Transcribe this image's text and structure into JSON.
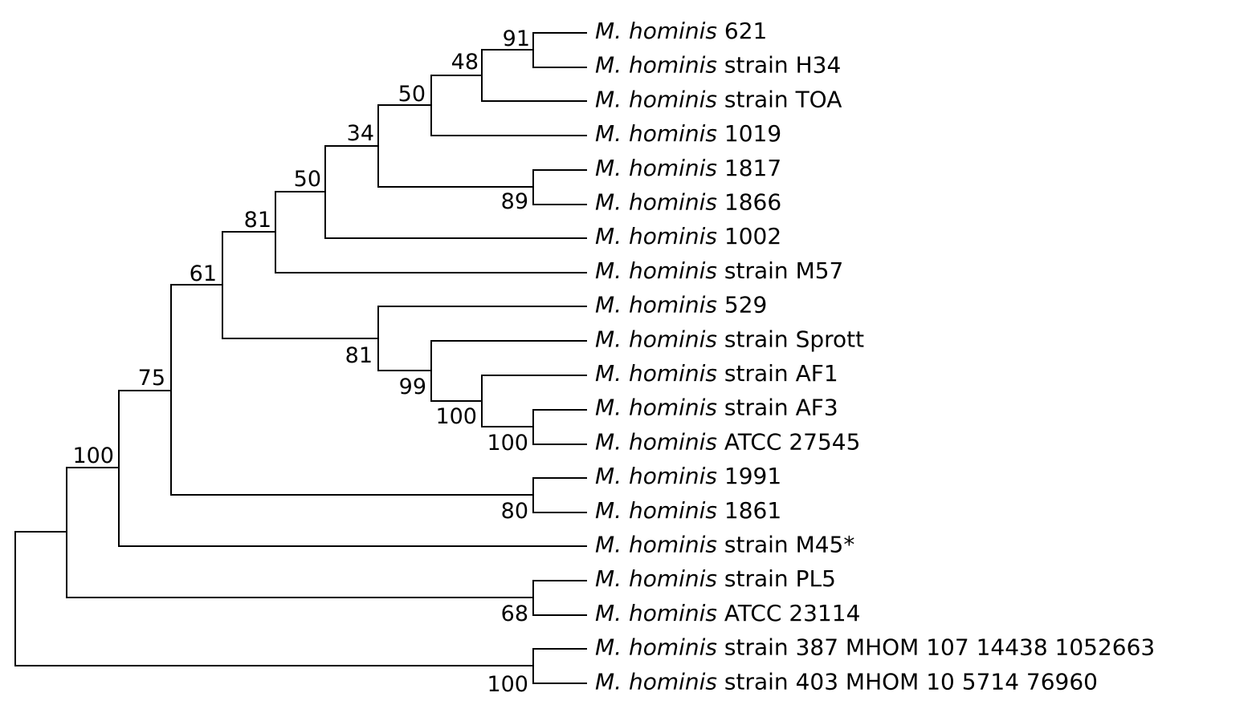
{
  "tree": {
    "species": "M. hominis",
    "leaves": [
      "621",
      "strain H34",
      "strain TOA",
      "1019",
      "1817",
      "1866",
      "1002",
      "strain M57",
      "529",
      "strain Sprott",
      "strain AF1",
      "strain AF3",
      "ATCC 27545",
      "1991",
      "1861",
      "strain M45*",
      "strain PL5",
      "ATCC 23114",
      "strain 387 MHOM 107 14438 1052663",
      "strain 403 MHOM 10 5714 76960"
    ],
    "bootstrap": {
      "n91": "91",
      "n48": "48",
      "n50a": "50",
      "n34": "34",
      "n89": "89",
      "n50b": "50",
      "n81a": "81",
      "n61": "61",
      "n81b": "81",
      "n99": "99",
      "n100a": "100",
      "n100b": "100",
      "n80": "80",
      "n75": "75",
      "n100c": "100",
      "n68": "68",
      "n100d": "100"
    }
  }
}
